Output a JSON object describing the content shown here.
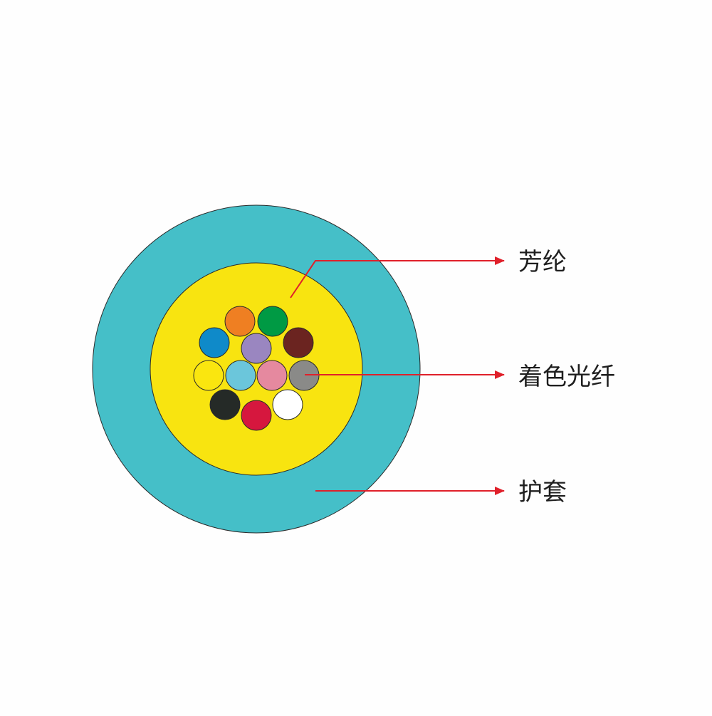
{
  "labels": {
    "aramid": "芳纶",
    "colored_fiber": "着色光纤",
    "jacket": "护套"
  },
  "colors": {
    "jacket": "#45bfc8",
    "aramid": "#f8e410",
    "leader": "#e0202a",
    "outline": "#2a2a2a",
    "fibers": [
      "#ef7f22",
      "#009a44",
      "#0f8ac9",
      "#9a86c0",
      "#6b2420",
      "#fae60f",
      "#6bc6db",
      "#e5899f",
      "#8a8a88",
      "#252a27",
      "#d6173e",
      "#ffffff"
    ]
  }
}
